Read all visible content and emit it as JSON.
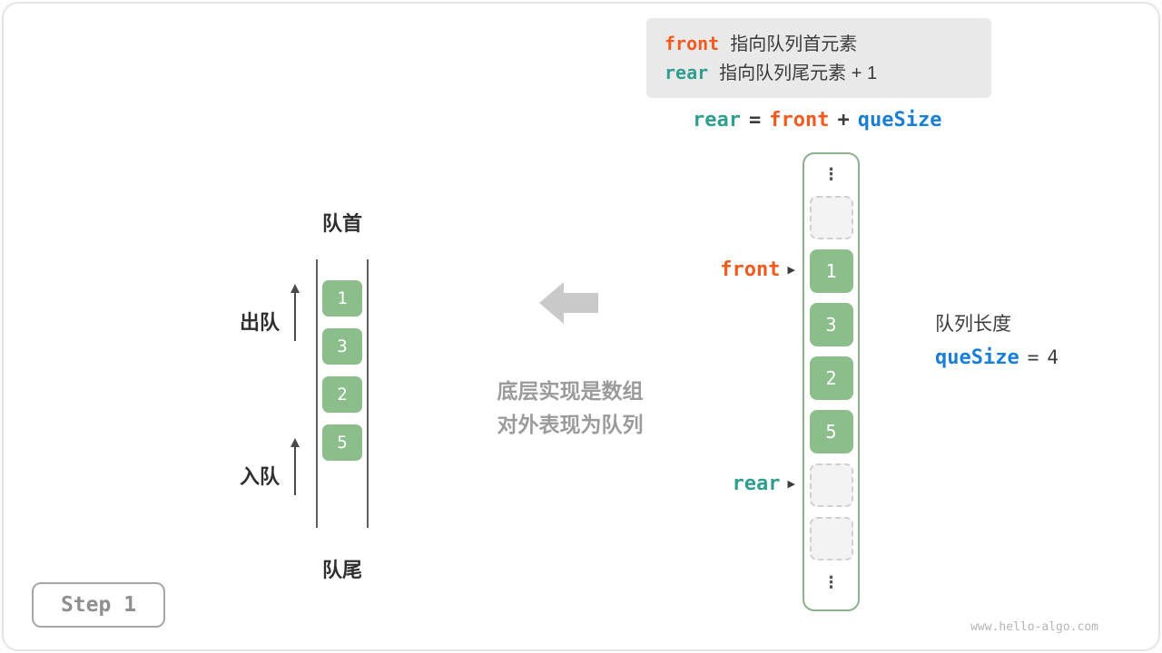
{
  "info_box": {
    "front_keyword": "front",
    "front_text": "指向队列首元素",
    "rear_keyword": "rear",
    "rear_text": "指向队列尾元素 + 1"
  },
  "formula": {
    "rear": "rear",
    "equals": "=",
    "front": "front",
    "plus": "+",
    "quesize": "queSize"
  },
  "left_queue": {
    "head_label": "队首",
    "tail_label": "队尾",
    "dequeue_label": "出队",
    "enqueue_label": "入队",
    "values": [
      "1",
      "3",
      "2",
      "5"
    ]
  },
  "middle_note": {
    "line1": "底层实现是数组",
    "line2": "对外表现为队列"
  },
  "array_column": {
    "top_ellipsis": "⋮",
    "bottom_ellipsis": "⋮",
    "values": [
      "1",
      "3",
      "2",
      "5"
    ],
    "front_pointer": {
      "label": "front",
      "arrow": "▶"
    },
    "rear_pointer": {
      "label": "rear",
      "arrow": "▶"
    }
  },
  "queue_length": {
    "title": "队列长度",
    "keyword": "queSize",
    "equals": "=",
    "value": "4"
  },
  "step_label": "Step 1",
  "watermark": "www.hello-algo.com",
  "colors": {
    "front_orange": "#f25a1e",
    "rear_teal": "#2f9e8f",
    "quesize_blue": "#1a7fd4",
    "cell_green": "#8cbe8c",
    "border_green": "#8bb08b"
  }
}
